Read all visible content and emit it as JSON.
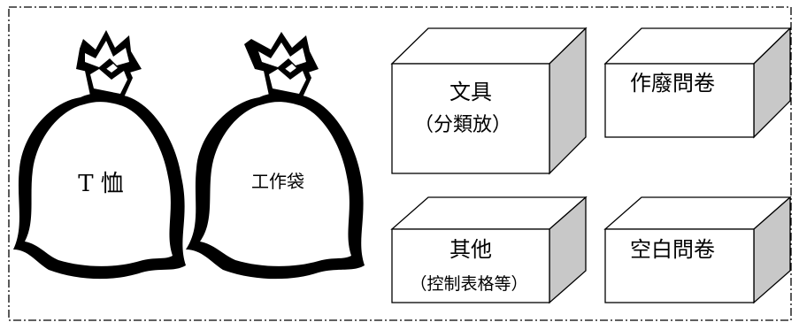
{
  "bags": [
    {
      "label": "T 恤"
    },
    {
      "label": "工作袋"
    }
  ],
  "boxes": [
    {
      "line1": "文具",
      "line2": "（分類放）"
    },
    {
      "line1": "作廢問卷",
      "line2": ""
    },
    {
      "line1": "其他",
      "line2": "（控制表格等）"
    },
    {
      "line1": "空白問卷",
      "line2": ""
    }
  ]
}
